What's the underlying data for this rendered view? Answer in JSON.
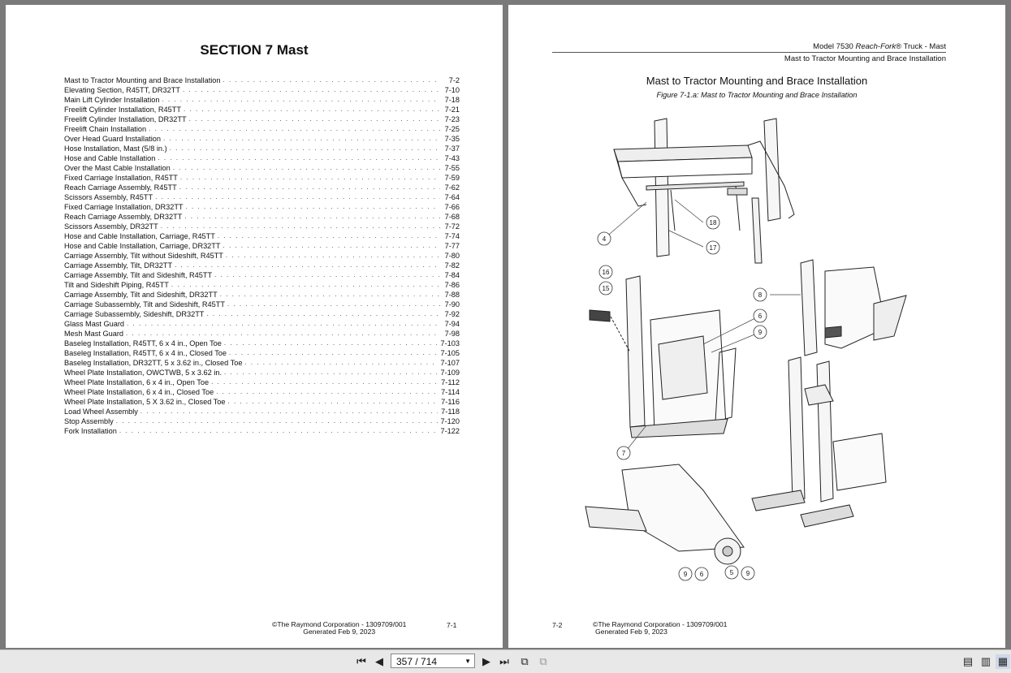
{
  "left_page": {
    "section_title": "SECTION 7 Mast",
    "toc": [
      {
        "title": "Mast to Tractor Mounting and Brace Installation",
        "page": "7-2"
      },
      {
        "title": "Elevating Section, R45TT, DR32TT",
        "page": "7-10"
      },
      {
        "title": "Main Lift Cylinder Installation",
        "page": "7-18"
      },
      {
        "title": "Freelift Cylinder Installation, R45TT",
        "page": "7-21"
      },
      {
        "title": "Freelift Cylinder Installation, DR32TT",
        "page": "7-23"
      },
      {
        "title": "Freelift Chain Installation",
        "page": "7-25"
      },
      {
        "title": "Over Head Guard Installation",
        "page": "7-35"
      },
      {
        "title": "Hose Installation, Mast (5/8 in.)",
        "page": "7-37"
      },
      {
        "title": "Hose and Cable Installation",
        "page": "7-43"
      },
      {
        "title": "Over the Mast Cable Installation",
        "page": "7-55"
      },
      {
        "title": "Fixed Carriage Installation, R45TT",
        "page": "7-59"
      },
      {
        "title": "Reach Carriage Assembly, R45TT",
        "page": "7-62"
      },
      {
        "title": "Scissors Assembly, R45TT",
        "page": "7-64"
      },
      {
        "title": "Fixed Carriage Installation, DR32TT",
        "page": "7-66"
      },
      {
        "title": "Reach Carriage Assembly, DR32TT",
        "page": "7-68"
      },
      {
        "title": "Scissors Assembly, DR32TT",
        "page": "7-72"
      },
      {
        "title": "Hose and Cable Installation, Carriage, R45TT",
        "page": "7-74"
      },
      {
        "title": "Hose and Cable Installation, Carriage, DR32TT",
        "page": "7-77"
      },
      {
        "title": "Carriage Assembly, Tilt without Sideshift, R45TT",
        "page": "7-80"
      },
      {
        "title": "Carriage Assembly, Tilt, DR32TT",
        "page": "7-82"
      },
      {
        "title": "Carriage Assembly, Tilt and Sideshift, R45TT",
        "page": "7-84"
      },
      {
        "title": "Tilt and Sideshift Piping, R45TT",
        "page": "7-86"
      },
      {
        "title": "Carriage Assembly, Tilt and Sideshift, DR32TT",
        "page": "7-88"
      },
      {
        "title": "Carriage Subassembly, Tilt and Sideshift, R45TT",
        "page": "7-90"
      },
      {
        "title": "Carriage Subassembly, Sideshift, DR32TT",
        "page": "7-92"
      },
      {
        "title": "Glass Mast Guard",
        "page": "7-94"
      },
      {
        "title": "Mesh Mast Guard",
        "page": "7-98"
      },
      {
        "title": "Baseleg Installation, R45TT, 6 x 4 in., Open Toe",
        "page": "7-103"
      },
      {
        "title": "Baseleg Installation, R45TT, 6 x 4 in., Closed Toe",
        "page": "7-105"
      },
      {
        "title": "Baseleg Installation, DR32TT, 5 x 3.62 in., Closed Toe",
        "page": "7-107"
      },
      {
        "title": "Wheel Plate Installation, OWCTWB, 5 x 3.62 in.",
        "page": "7-109"
      },
      {
        "title": "Wheel Plate Installation, 6 x 4 in., Open Toe",
        "page": "7-112"
      },
      {
        "title": "Wheel Plate Installation, 6 x 4 in., Closed Toe",
        "page": "7-114"
      },
      {
        "title": "Wheel Plate Installation, 5 X 3.62 in., Closed Toe",
        "page": "7-116"
      },
      {
        "title": "Load Wheel Assembly",
        "page": "7-118"
      },
      {
        "title": "Stop Assembly",
        "page": "7-120"
      },
      {
        "title": "Fork Installation",
        "page": "7-122"
      }
    ],
    "footer_line1": "©The Raymond Corporation - 1309709/001",
    "footer_line2": "Generated Feb 9, 2023",
    "page_number": "7-1"
  },
  "right_page": {
    "header_model": "Model 7530 ",
    "header_reach": "Reach-Fork",
    "header_rest": "® Truck - Mast",
    "header_sub": "Mast to Tractor Mounting and Brace Installation",
    "figure_title": "Mast to Tractor Mounting and Brace Installation",
    "figure_caption": "Figure 7-1.a: Mast to Tractor Mounting and Brace Installation",
    "callouts": [
      "4",
      "18",
      "17",
      "16",
      "15",
      "8",
      "6",
      "9",
      "7",
      "9",
      "6",
      "5",
      "9"
    ],
    "page_number": "7-2",
    "footer_line1": "©The Raymond Corporation - 1309709/001",
    "footer_line2": "Generated Feb 9, 2023"
  },
  "toolbar": {
    "page_indicator": "357 / 714"
  }
}
